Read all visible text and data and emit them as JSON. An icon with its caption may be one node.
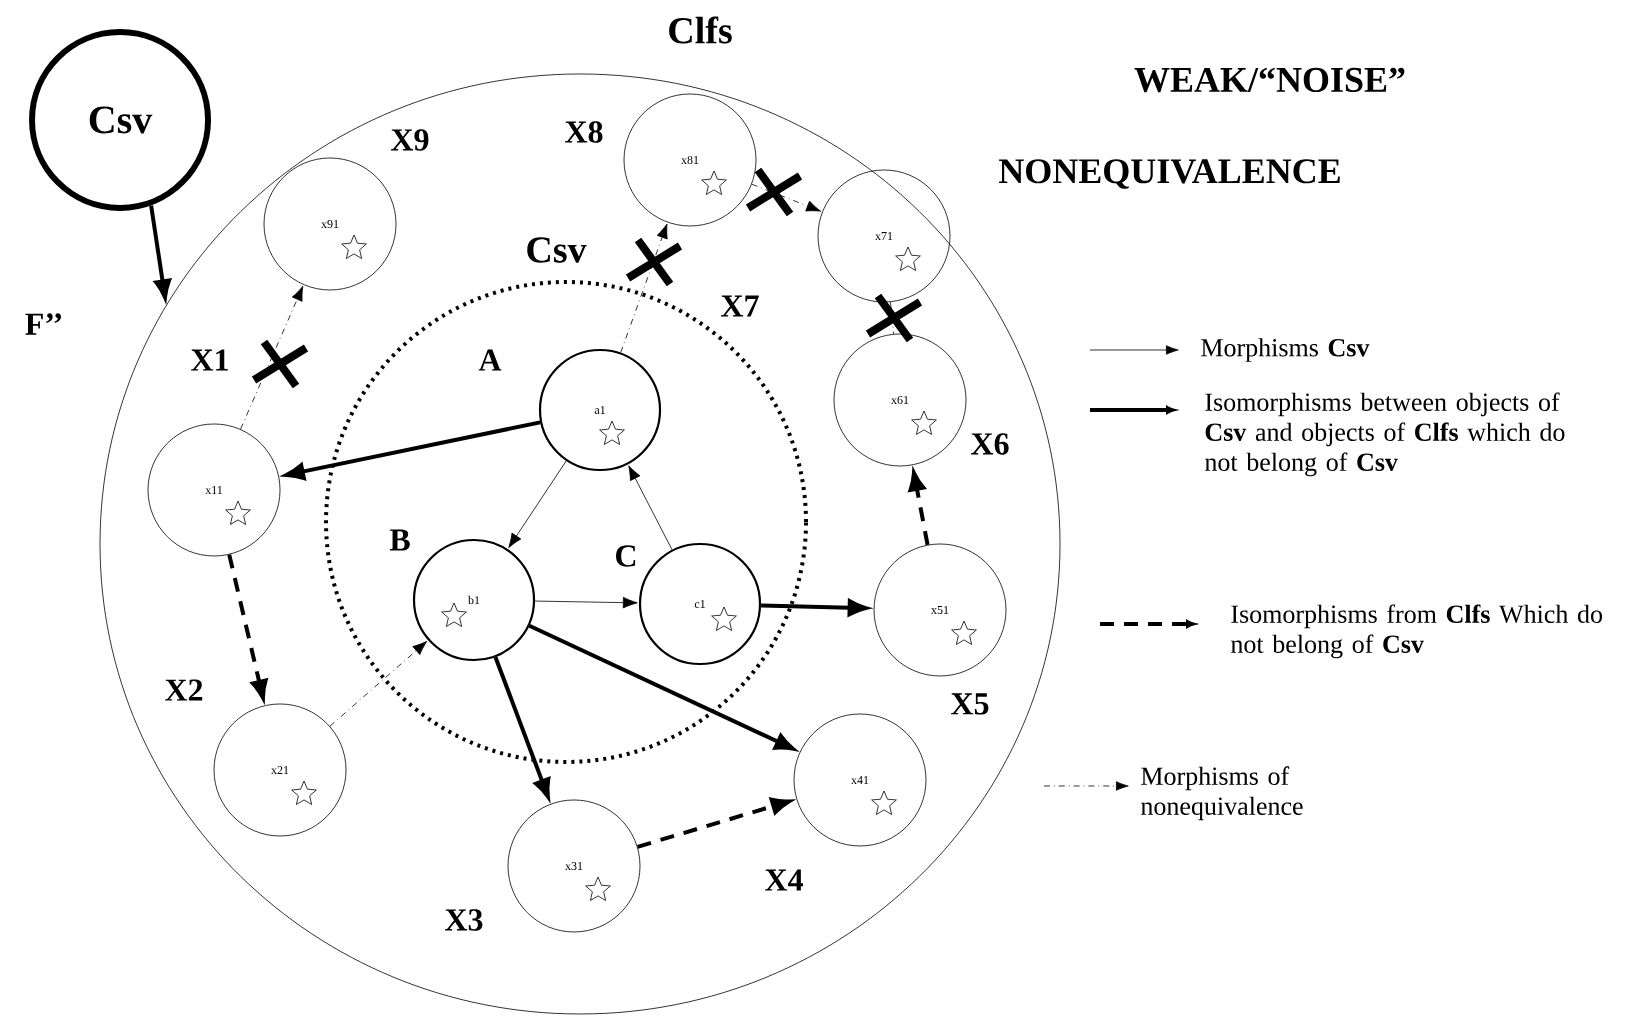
{
  "diagram": {
    "nodes": [
      {
        "text": [
          "Clfs"
        ]
      },
      {
        "text": [
          "Csv"
        ]
      },
      {
        "text": [
          "x81"
        ],
        "in": 0,
        "beside": [
          "X8"
        ]
      },
      {
        "text": [
          "x91"
        ],
        "in": 0,
        "beside": [
          "X9"
        ]
      },
      {
        "text": [
          "x71"
        ],
        "in": 0,
        "beside": [
          "X7"
        ]
      },
      {
        "text": [
          "Csv"
        ],
        "in": 0
      },
      {
        "text": [
          "x61"
        ],
        "in": 0,
        "beside": [
          "X6"
        ]
      },
      {
        "text": [
          "a1"
        ],
        "in": 5,
        "beside": [
          "A"
        ]
      },
      {
        "text": [
          "x11"
        ],
        "in": 0,
        "beside": [
          "X1"
        ]
      },
      {
        "text": [
          "b1"
        ],
        "in": 5,
        "beside": [
          "B"
        ]
      },
      {
        "text": [
          "c1"
        ],
        "in": 5,
        "beside": [
          "C"
        ]
      },
      {
        "text": [
          "x51"
        ],
        "in": 0,
        "beside": [
          "X5"
        ]
      },
      {
        "text": [
          "x21"
        ],
        "in": 0,
        "beside": [
          "X2"
        ]
      },
      {
        "text": [
          "x41"
        ],
        "in": 0,
        "beside": [
          "X4"
        ]
      },
      {
        "text": [
          "x31"
        ],
        "in": 0,
        "beside": [
          "X3"
        ]
      }
    ],
    "edges": [
      {
        "from": 1,
        "to": 0,
        "arrow": "to",
        "style": "thick",
        "label": "F’’"
      },
      {
        "from": 7,
        "to": 9,
        "arrow": "to"
      },
      {
        "from": 9,
        "to": 10,
        "arrow": "to"
      },
      {
        "from": 10,
        "to": 7,
        "arrow": "to"
      },
      {
        "from": 7,
        "to": 8,
        "arrow": "to",
        "style": "thick"
      },
      {
        "from": 9,
        "to": 14,
        "arrow": "to",
        "style": "thick"
      },
      {
        "from": 9,
        "to": 13,
        "arrow": "to",
        "style": "thick"
      },
      {
        "from": 10,
        "to": 11,
        "arrow": "to",
        "style": "thick"
      },
      {
        "from": 8,
        "to": 12,
        "arrow": "to",
        "style": "dashed"
      },
      {
        "from": 14,
        "to": 13,
        "arrow": "to",
        "style": "dashed"
      },
      {
        "from": 11,
        "to": 6,
        "arrow": "to",
        "style": "dashed"
      },
      {
        "from": 8,
        "to": 3,
        "arrow": "to",
        "style": "dashed"
      },
      {
        "from": 12,
        "to": 9,
        "arrow": "to",
        "style": "dashed"
      },
      {
        "from": 7,
        "to": 2,
        "arrow": "to",
        "style": "dashed"
      },
      {
        "from": 2,
        "to": 4,
        "arrow": "to",
        "style": "dashed"
      },
      {
        "from": 4,
        "to": 6,
        "arrow": "none",
        "style": "dashed"
      }
    ],
    "labels": [
      "WEAK/“NOISE”",
      "NONEQUIVALENCE"
    ],
    "legend": [
      {
        "text": "Morphisms **Csv**"
      },
      {
        "text": "Isomorphisms between objects of **Csv** and objects of **Clfs** which do not belong of **Csv**"
      },
      {
        "text": "Isomorphisms from **Clfs** Which do not belong of **Csv**"
      },
      {
        "text": "Morphisms of nonequivalence"
      }
    ]
  }
}
